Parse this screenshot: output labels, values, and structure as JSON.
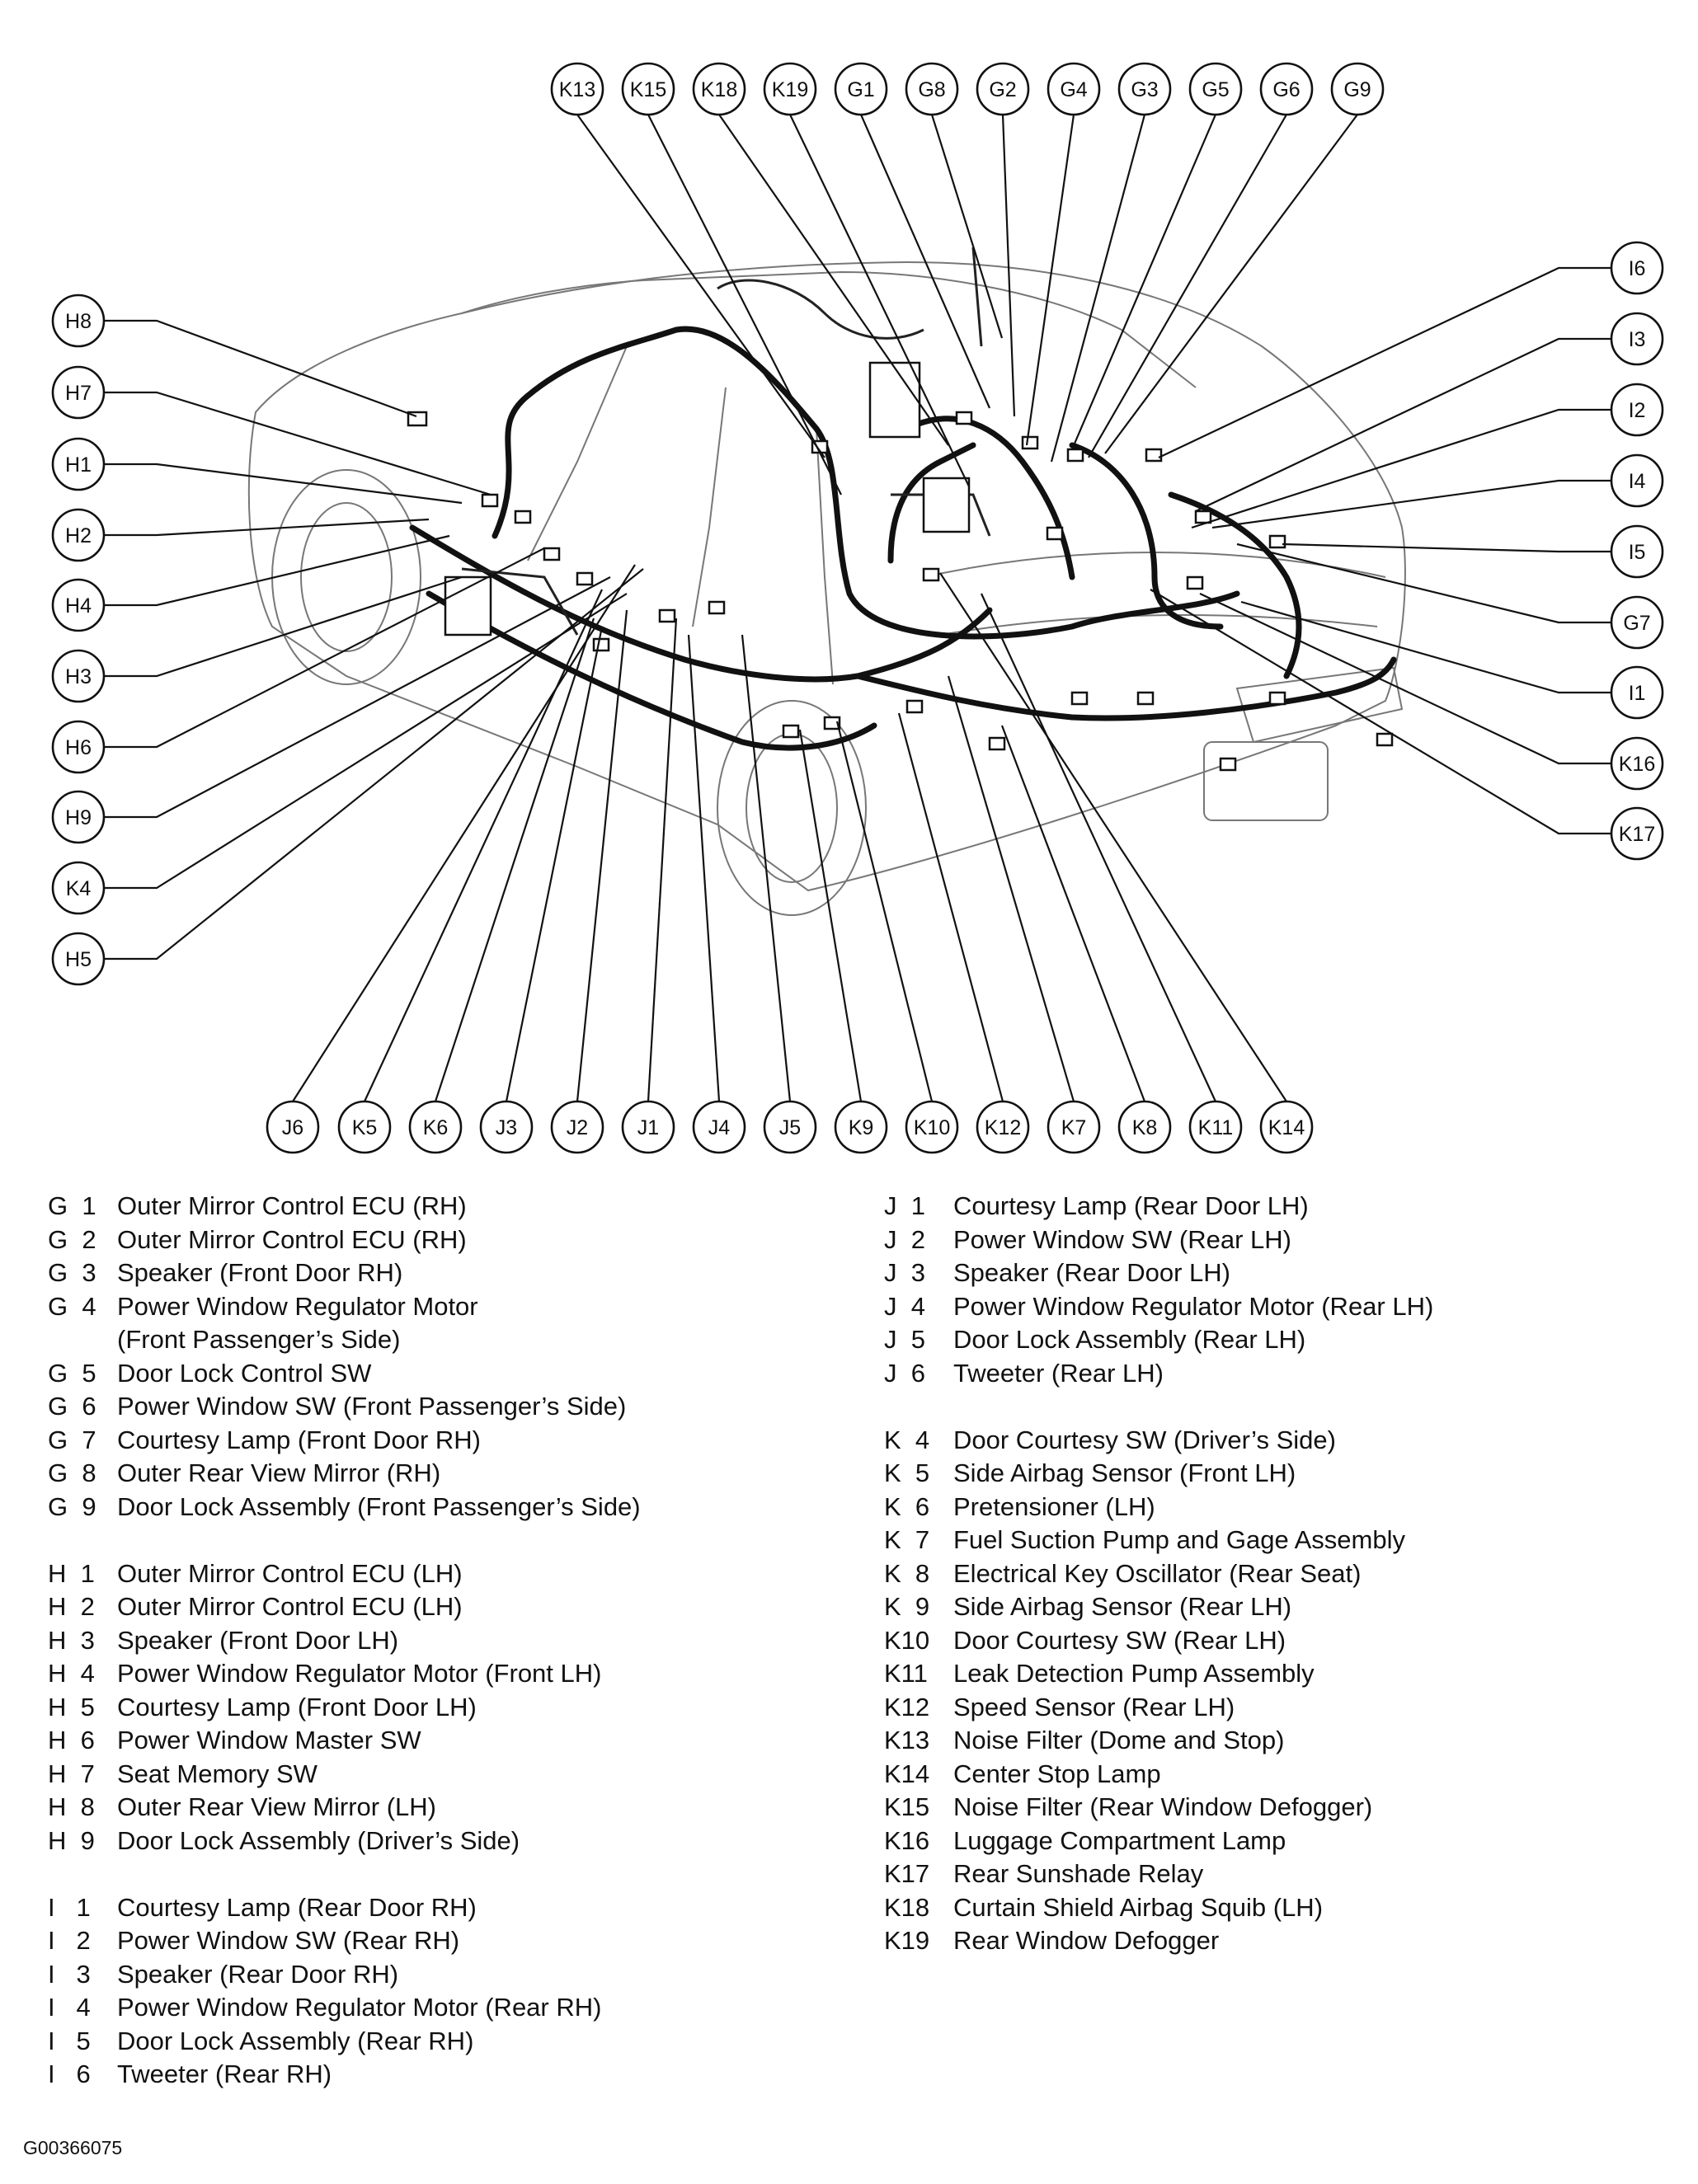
{
  "callouts": {
    "top": [
      "K13",
      "K15",
      "K18",
      "K19",
      "G1",
      "G8",
      "G2",
      "G4",
      "G3",
      "G5",
      "G6",
      "G9"
    ],
    "left": [
      "H8",
      "H7",
      "H1",
      "H2",
      "H4",
      "H3",
      "H6",
      "H9",
      "K4",
      "H5"
    ],
    "right": [
      "I6",
      "I3",
      "I2",
      "I4",
      "I5",
      "G7",
      "I1",
      "K16",
      "K17"
    ],
    "bottom": [
      "J6",
      "K5",
      "K6",
      "J3",
      "J2",
      "J1",
      "J4",
      "J5",
      "K9",
      "K10",
      "K12",
      "K7",
      "K8",
      "K11",
      "K14"
    ]
  },
  "legend_left": [
    {
      "code": "G  1",
      "text": "Outer Mirror Control ECU (RH)"
    },
    {
      "code": "G  2",
      "text": "Outer Mirror Control ECU (RH)"
    },
    {
      "code": "G  3",
      "text": "Speaker (Front Door RH)"
    },
    {
      "code": "G  4",
      "text": "Power Window Regulator Motor"
    },
    {
      "code": "",
      "text": "(Front Passenger’s Side)"
    },
    {
      "code": "G  5",
      "text": "Door Lock Control SW"
    },
    {
      "code": "G  6",
      "text": "Power Window SW (Front Passenger’s Side)"
    },
    {
      "code": "G  7",
      "text": "Courtesy Lamp (Front Door RH)"
    },
    {
      "code": "G  8",
      "text": "Outer Rear View Mirror (RH)"
    },
    {
      "code": "G  9",
      "text": "Door Lock Assembly (Front Passenger’s Side)"
    },
    {
      "gap": true
    },
    {
      "code": "H  1",
      "text": "Outer Mirror Control ECU (LH)"
    },
    {
      "code": "H  2",
      "text": "Outer Mirror Control ECU (LH)"
    },
    {
      "code": "H  3",
      "text": "Speaker (Front Door LH)"
    },
    {
      "code": "H  4",
      "text": "Power Window Regulator Motor (Front LH)"
    },
    {
      "code": "H  5",
      "text": "Courtesy Lamp (Front Door LH)"
    },
    {
      "code": "H  6",
      "text": "Power Window Master SW"
    },
    {
      "code": "H  7",
      "text": "Seat Memory SW"
    },
    {
      "code": "H  8",
      "text": "Outer Rear View Mirror (LH)"
    },
    {
      "code": "H  9",
      "text": "Door Lock Assembly (Driver’s Side)"
    },
    {
      "gap": true
    },
    {
      "code": "I   1",
      "text": "Courtesy Lamp (Rear Door RH)"
    },
    {
      "code": "I   2",
      "text": "Power Window SW (Rear RH)"
    },
    {
      "code": "I   3",
      "text": "Speaker (Rear Door RH)"
    },
    {
      "code": "I   4",
      "text": "Power Window Regulator Motor (Rear RH)"
    },
    {
      "code": "I   5",
      "text": "Door Lock Assembly (Rear RH)"
    },
    {
      "code": "I   6",
      "text": "Tweeter (Rear RH)"
    }
  ],
  "legend_right": [
    {
      "code": "J  1",
      "text": "Courtesy Lamp (Rear Door LH)"
    },
    {
      "code": "J  2",
      "text": "Power Window SW (Rear LH)"
    },
    {
      "code": "J  3",
      "text": "Speaker (Rear Door LH)"
    },
    {
      "code": "J  4",
      "text": "Power Window Regulator Motor (Rear LH)"
    },
    {
      "code": "J  5",
      "text": "Door Lock Assembly (Rear LH)"
    },
    {
      "code": "J  6",
      "text": "Tweeter (Rear LH)"
    },
    {
      "gap": true
    },
    {
      "code": "K  4",
      "text": "Door Courtesy SW (Driver’s Side)"
    },
    {
      "code": "K  5",
      "text": "Side Airbag Sensor (Front LH)"
    },
    {
      "code": "K  6",
      "text": "Pretensioner (LH)"
    },
    {
      "code": "K  7",
      "text": "Fuel Suction Pump and Gage Assembly"
    },
    {
      "code": "K  8",
      "text": "Electrical Key Oscillator (Rear Seat)"
    },
    {
      "code": "K  9",
      "text": "Side Airbag Sensor (Rear LH)"
    },
    {
      "code": "K10",
      "text": "Door Courtesy SW (Rear LH)"
    },
    {
      "code": "K11",
      "text": "Leak Detection Pump Assembly"
    },
    {
      "code": "K12",
      "text": "Speed Sensor (Rear LH)"
    },
    {
      "code": "K13",
      "text": "Noise Filter (Dome and Stop)"
    },
    {
      "code": "K14",
      "text": "Center Stop Lamp"
    },
    {
      "code": "K15",
      "text": "Noise Filter (Rear Window Defogger)"
    },
    {
      "code": "K16",
      "text": "Luggage Compartment Lamp"
    },
    {
      "code": "K17",
      "text": "Rear Sunshade Relay"
    },
    {
      "code": "K18",
      "text": "Curtain Shield Airbag Squib (LH)"
    },
    {
      "code": "K19",
      "text": "Rear Window Defogger"
    }
  ],
  "figure_id": "G00366075"
}
